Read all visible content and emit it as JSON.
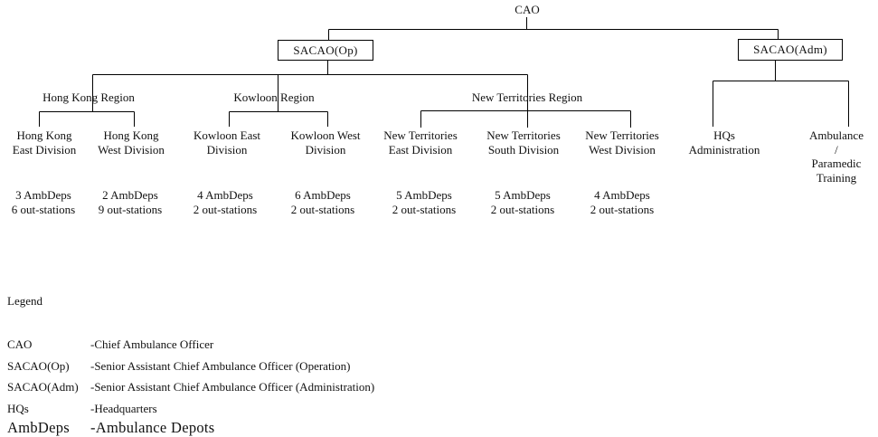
{
  "page": {
    "background": "#ffffff",
    "line_color": "#000000"
  },
  "org": {
    "root": {
      "label": "CAO"
    },
    "officers": [
      {
        "label": "SACAO(Op)"
      },
      {
        "label": "SACAO(Adm)"
      }
    ],
    "regions": [
      {
        "label": "Hong Kong Region"
      },
      {
        "label": "Kowloon Region"
      },
      {
        "label": "New Territories Region"
      }
    ],
    "divisions": [
      {
        "name": "Hong Kong\nEast Division",
        "stats": "3 AmbDeps\n6 out-stations"
      },
      {
        "name": "Hong Kong\nWest Division",
        "stats": "2 AmbDeps\n9 out-stations"
      },
      {
        "name": "Kowloon East\nDivision",
        "stats": "4 AmbDeps\n2 out-stations"
      },
      {
        "name": "Kowloon West\nDivision",
        "stats": "6 AmbDeps\n2 out-stations"
      },
      {
        "name": "New Territories\nEast Division",
        "stats": "5 AmbDeps\n2 out-stations"
      },
      {
        "name": "New Territories\nSouth Division",
        "stats": "5 AmbDeps\n2 out-stations"
      },
      {
        "name": "New Territories\nWest Division",
        "stats": "4 AmbDeps\n2 out-stations"
      }
    ],
    "admin_units": [
      {
        "name": "HQs\nAdministration"
      },
      {
        "name": "Ambulance /\nParamedic\nTraining"
      }
    ]
  },
  "legend": {
    "title": "Legend",
    "entries": [
      {
        "term": "CAO",
        "definition": "-Chief Ambulance Officer"
      },
      {
        "term": "SACAO(Op)",
        "definition": "-Senior Assistant Chief Ambulance Officer (Operation)"
      },
      {
        "term": "SACAO(Adm)",
        "definition": "-Senior Assistant Chief Ambulance Officer (Administration)"
      },
      {
        "term": "HQs",
        "definition": "-Headquarters"
      },
      {
        "term": "AmbDeps",
        "definition": "-Ambulance Depots"
      }
    ]
  }
}
